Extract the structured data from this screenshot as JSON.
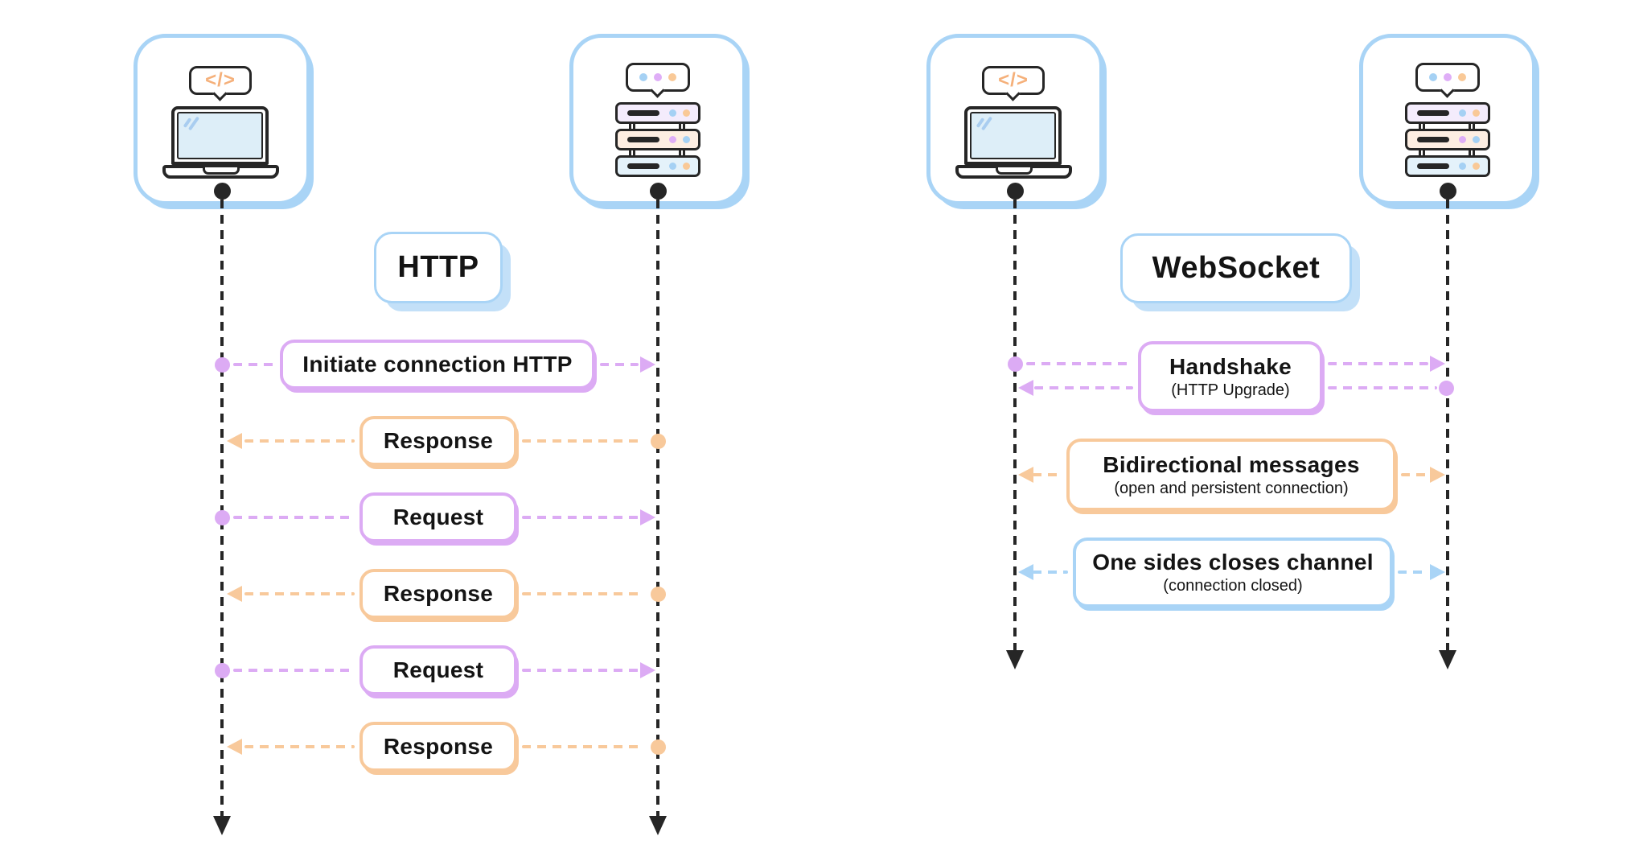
{
  "colors": {
    "blue": "#a9d4f6",
    "blue_soft": "#c3e0f8",
    "purple": "#dcabf4",
    "orange": "#f8c99b",
    "dark": "#262626",
    "text": "#141414",
    "screen_fill": "#ddeef8",
    "reflection": "#a9cdf0",
    "code_accent": "#f5b07a",
    "rack_purple_fill": "#f4ecfc",
    "rack_orange_fill": "#fdeee2",
    "rack_blue_fill": "#e4f2fa",
    "dot_blue": "#a5d1f4",
    "dot_purple": "#dfaef7",
    "dot_orange": "#f9c997"
  },
  "icons": {
    "client_code_glyph": "</>"
  },
  "http": {
    "title": "HTTP",
    "messages": [
      {
        "label": "Initiate connection HTTP"
      },
      {
        "label": "Response"
      },
      {
        "label": "Request"
      },
      {
        "label": "Response"
      },
      {
        "label": "Request"
      },
      {
        "label": "Response"
      }
    ]
  },
  "websocket": {
    "title": "WebSocket",
    "messages": [
      {
        "label": "Handshake",
        "sublabel": "(HTTP Upgrade)"
      },
      {
        "label": "Bidirectional messages",
        "sublabel": "(open and persistent connection)"
      },
      {
        "label": "One sides closes channel",
        "sublabel": "(connection closed)"
      }
    ]
  }
}
